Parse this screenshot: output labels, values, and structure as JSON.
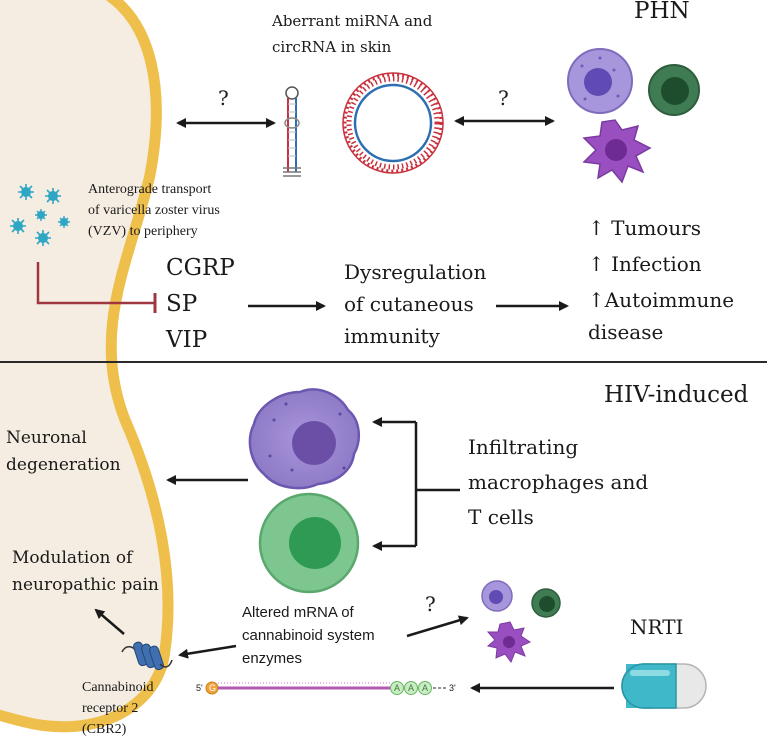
{
  "top": {
    "title": "PHN",
    "mirna_label": "Aberrant miRNA and\ncircRNA in skin",
    "question_left": "?",
    "question_right": "?",
    "vzv_label": "Anterograde transport\nof varicella zoster virus\n(VZV) to periphery",
    "neuropeptides": [
      "CGRP",
      "SP",
      "VIP"
    ],
    "dysregulation": "Dysregulation\nof cutaneous\nimmunity",
    "outcomes": [
      "↑ Tumours",
      "↑ Infection",
      "↑Autoimmune\ndisease"
    ]
  },
  "bottom": {
    "title": "HIV-induced",
    "neuronal": "Neuronal\ndegeneration",
    "infiltrating": "Infiltrating\nmacrophages and\nT cells",
    "modulation": "Modulation of\nneuropathic pain",
    "altered_mrna": "Altered mRNA of\ncannabinoid system\nenzymes",
    "question": "?",
    "nrti": "NRTI",
    "receptor": "Cannabinoid\nreceptor 2\n(CBR2)",
    "mrna_5": "5'",
    "mrna_cap": "G",
    "mrna_tail": [
      "A",
      "A",
      "A"
    ],
    "mrna_3": "3'"
  },
  "colors": {
    "neuron_fill": "#f5ede2",
    "neuron_border": "#eebf4a",
    "arrow": "#1a1a1a",
    "inhibit": "#a0363f",
    "virus": "#2ea6c4",
    "macrophage": "#9b86cf",
    "tcell": "#7ec690",
    "capsule": "#3fb9c9",
    "circ_red": "#c9303c",
    "circ_blue": "#2d6fb0"
  },
  "icons": [
    "virus-icon",
    "mirna-hairpin-icon",
    "circrna-icon",
    "immune-cells-icon",
    "macrophage-icon",
    "t-cell-icon",
    "cbr2-receptor-icon",
    "mrna-icon",
    "nrti-capsule-icon"
  ]
}
